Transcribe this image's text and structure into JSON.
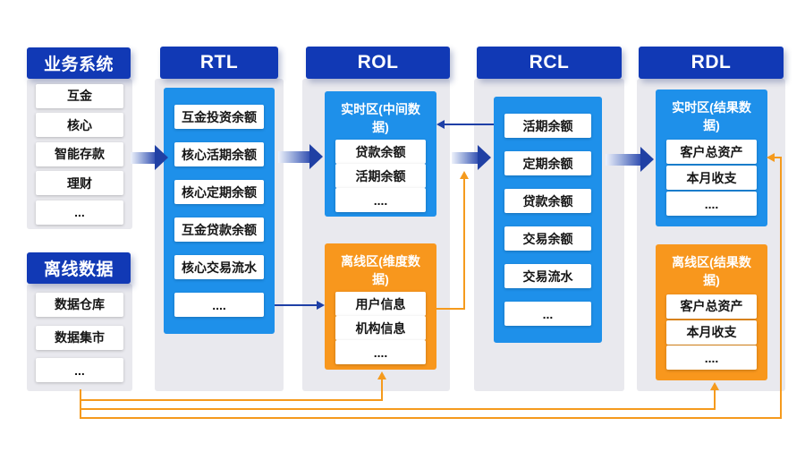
{
  "colors": {
    "header_blue": "#1139b5",
    "zone_blue": "#1e90ea",
    "zone_orange": "#f8971d",
    "panel_gray": "#e9e9ee",
    "connector_blue": "#1e3fa6",
    "connector_orange": "#f59a1d"
  },
  "biz": {
    "header": "业务系统",
    "items": [
      "互金",
      "核心",
      "智能存款",
      "理财",
      "..."
    ]
  },
  "offline": {
    "header": "离线数据",
    "items": [
      "数据仓库",
      "数据集市",
      "..."
    ]
  },
  "rtl": {
    "header": "RTL",
    "items": [
      "互金投资余额",
      "核心活期余额",
      "核心定期余额",
      "互金贷款余额",
      "核心交易流水",
      "...."
    ]
  },
  "rol": {
    "header": "ROL",
    "realtime": {
      "title": "实时区(中间数据)",
      "items": [
        "贷款余额",
        "活期余额",
        "...."
      ]
    },
    "offline": {
      "title": "离线区(维度数据)",
      "items": [
        "用户信息",
        "机构信息",
        "...."
      ]
    }
  },
  "rcl": {
    "header": "RCL",
    "items": [
      "活期余额",
      "定期余额",
      "贷款余额",
      "交易余额",
      "交易流水",
      "..."
    ]
  },
  "rdl": {
    "header": "RDL",
    "realtime": {
      "title": "实时区(结果数据)",
      "items": [
        "客户总资产",
        "本月收支",
        "...."
      ]
    },
    "offline": {
      "title": "离线区(结果数据)",
      "items": [
        "客户总资产",
        "本月收支",
        "...."
      ]
    }
  }
}
